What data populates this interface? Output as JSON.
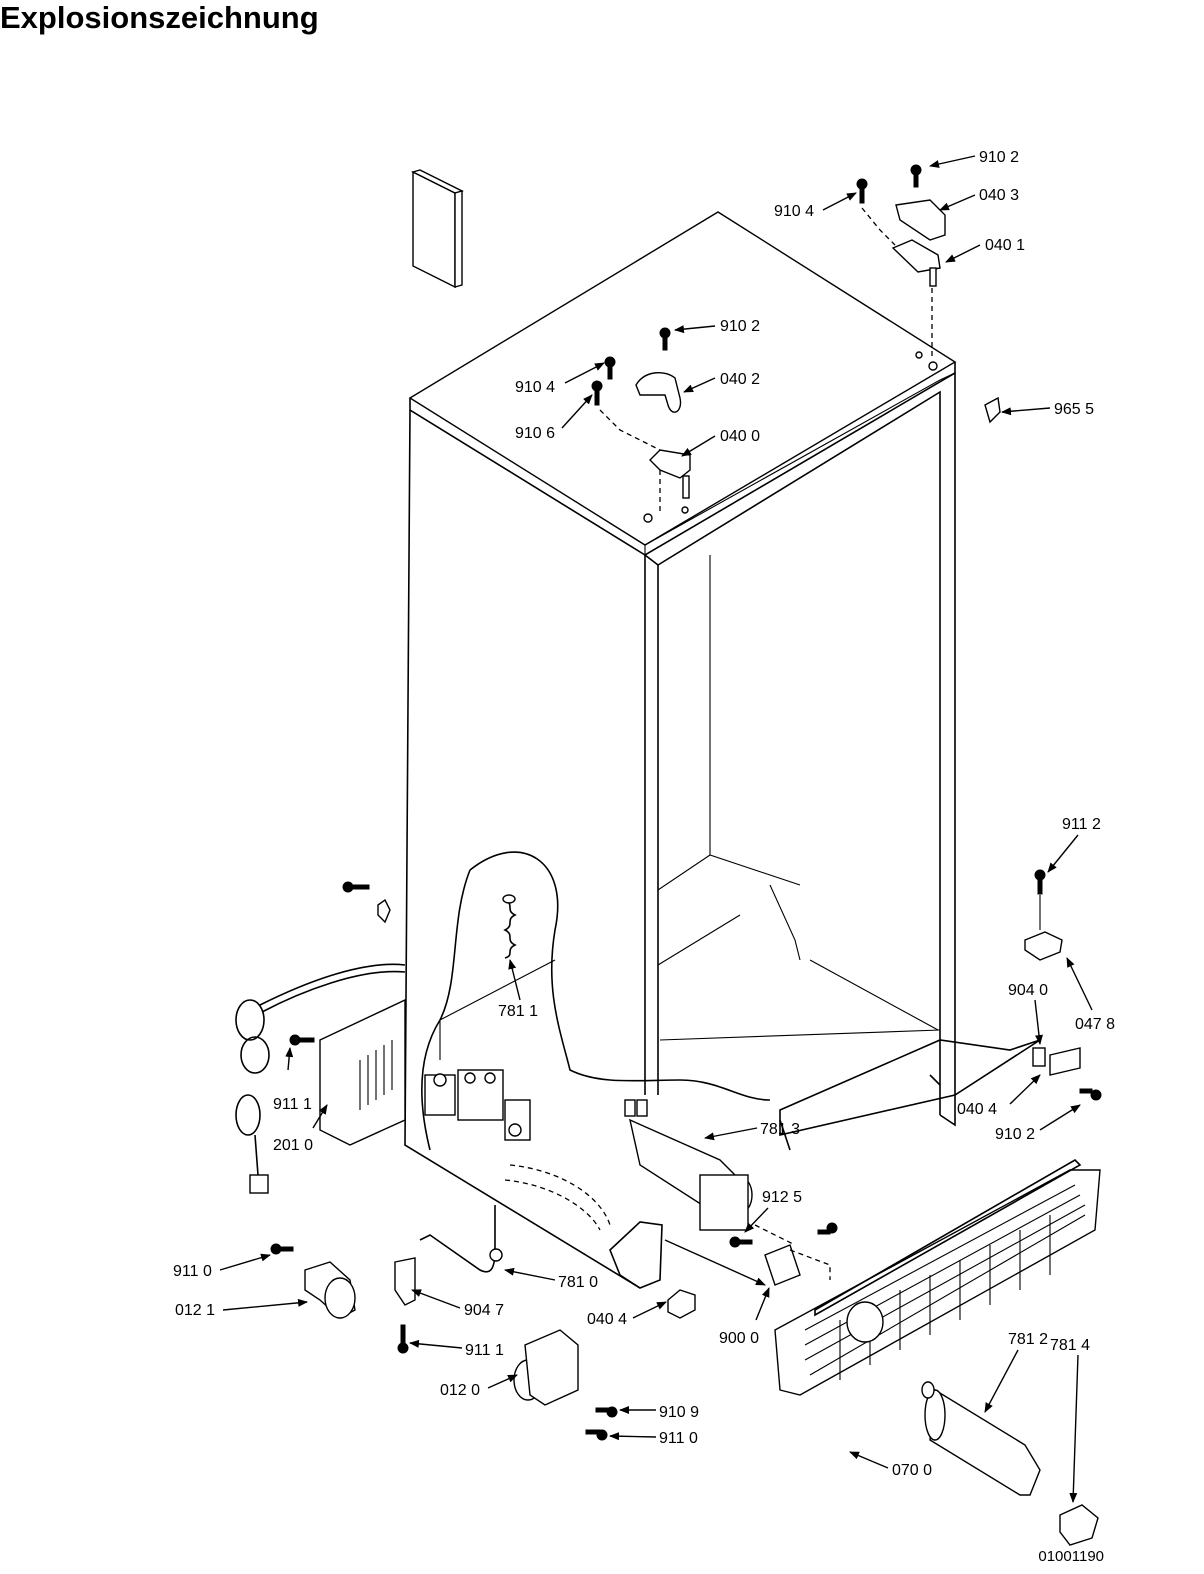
{
  "title": "Explosionszeichnung",
  "drawing_number": "01001190",
  "callouts": {
    "c9102_top": "910 2",
    "c9104_top": "910 4",
    "c0403": "040 3",
    "c0401": "040 1",
    "c9102_mid": "910 2",
    "c9104_mid": "910 4",
    "c0402": "040 2",
    "c9106": "910 6",
    "c0400": "040 0",
    "c9655": "965 5",
    "c9112": "911 2",
    "c9040": "904 0",
    "c0478": "047 8",
    "c7811": "781 1",
    "c9111_left": "911 1",
    "c2010": "201 0",
    "c0404_right": "040 4",
    "c9102_right": "910 2",
    "c7813": "781 3",
    "c9125": "912 5",
    "c9110_left": "911 0",
    "c0121": "012 1",
    "c7810": "781 0",
    "c9047": "904 7",
    "c0404_mid": "040 4",
    "c9000": "900 0",
    "c9111_bottom": "911 1",
    "c0120": "012 0",
    "c9109": "910 9",
    "c9110_bottom": "911 0",
    "c7812": "781 2",
    "c7814": "781 4",
    "c0700": "070 0"
  }
}
